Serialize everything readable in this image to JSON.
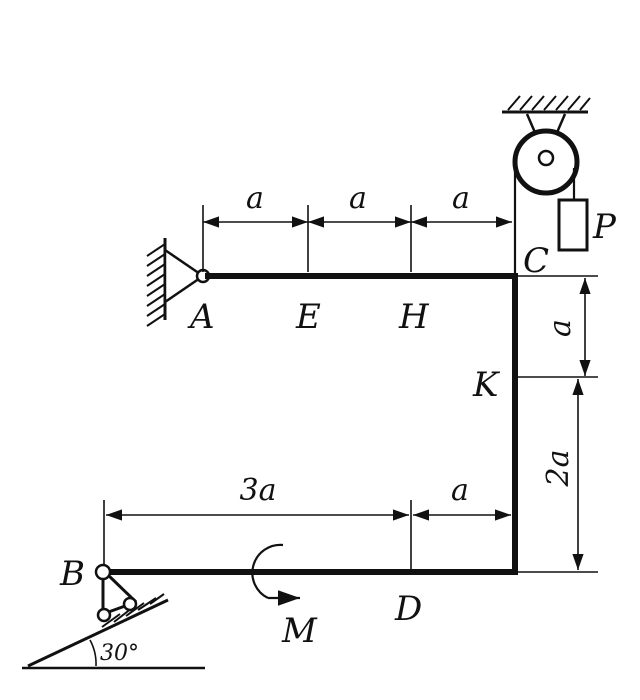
{
  "labels": {
    "A": "A",
    "B": "B",
    "C": "C",
    "D": "D",
    "E": "E",
    "H": "H",
    "K": "K",
    "M": "M",
    "P": "P"
  },
  "dimensions": {
    "top_1": "a",
    "top_2": "a",
    "top_3": "a",
    "right_upper": "a",
    "right_lower": "2a",
    "bottom_left": "3a",
    "bottom_right": "a"
  },
  "angle": "30°"
}
